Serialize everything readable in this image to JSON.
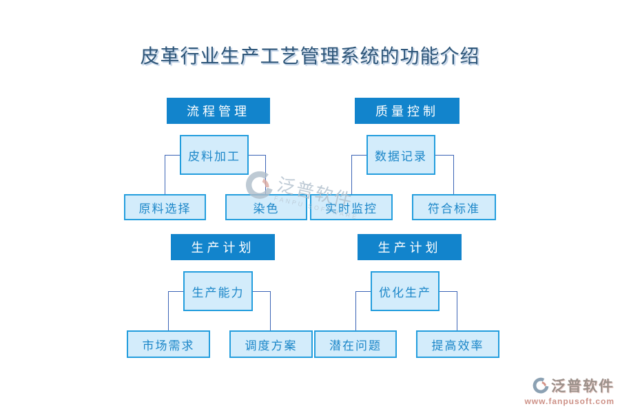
{
  "title": "皮革行业生产工艺管理系统的功能介绍",
  "sections": [
    {
      "header": "流程管理",
      "mid": "皮料加工",
      "leaves": [
        "原料选择",
        "染色"
      ]
    },
    {
      "header": "质量控制",
      "mid": "数据记录",
      "leaves": [
        "实时监控",
        "符合标准"
      ]
    },
    {
      "header": "生产计划",
      "mid": "生产能力",
      "leaves": [
        "市场需求",
        "调度方案"
      ]
    },
    {
      "header": "生产计划",
      "mid": "优化生产",
      "leaves": [
        "潜在问题",
        "提高效率"
      ]
    }
  ],
  "watermark_center": {
    "icon": "fanpu-swoosh-logo-icon",
    "brand": "泛普软件",
    "caption": "FANPU SOFTWARE"
  },
  "watermark_corner": {
    "icon": "fanpu-swoosh-logo-icon",
    "brand": "泛普软件",
    "url": "www.fanpusoft.com"
  },
  "colors": {
    "header_bg": "#1284cc",
    "node_bg": "#d3ecfb",
    "node_border": "#229ddd",
    "node_text": "#1b86c8",
    "connector": "#3a62b5",
    "title_text": "#2e5679",
    "watermark_salmon": "#cd9187",
    "watermark_gray": "#afbecb"
  }
}
